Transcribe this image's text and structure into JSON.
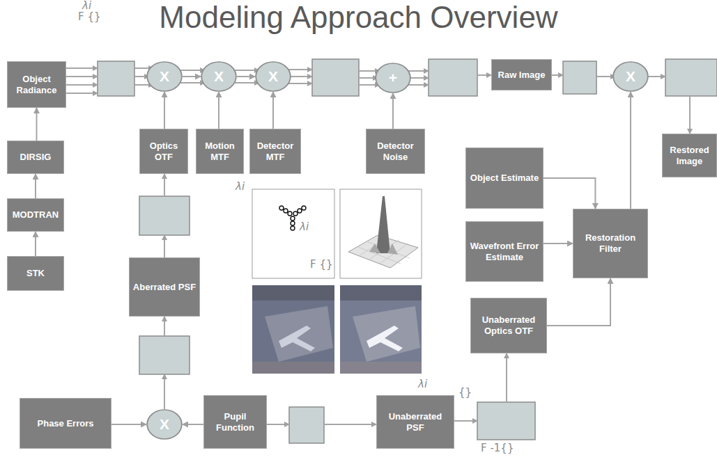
{
  "diagram": {
    "title": "Modeling Approach Overview",
    "nodes": [
      {
        "text": [
          "Object Radiance"
        ]
      },
      {
        "text": [
          "X"
        ]
      },
      {
        "text": [
          "X"
        ]
      },
      {
        "text": [
          "X"
        ]
      },
      {
        "text": [
          "+"
        ]
      },
      {
        "text": [
          "Raw Image"
        ]
      },
      {
        "text": [
          "X"
        ]
      },
      {
        "text": [
          "Optics OTF"
        ]
      },
      {
        "text": [
          "Motion MTF"
        ]
      },
      {
        "text": [
          "Detector MTF"
        ]
      },
      {
        "text": [
          "Restored Image"
        ]
      },
      {
        "text": [
          "DIRSIG"
        ]
      },
      {
        "text": [
          "Detector Noise"
        ]
      },
      {
        "text": [
          "Object Estimate"
        ]
      },
      {
        "text": [
          "MODTRAN"
        ]
      },
      {
        "text": [
          "Wavefront Error Estimate"
        ]
      },
      {
        "text": [
          "Restoration Filter"
        ]
      },
      {
        "text": [
          "STK"
        ]
      },
      {
        "text": [
          "Aberrated PSF"
        ]
      },
      {
        "text": [
          "Unaberrated Optics OTF"
        ]
      },
      {
        "text": [
          "Phase Errors"
        ]
      },
      {
        "text": [
          "X"
        ]
      },
      {
        "text": [
          "Pupil Function"
        ]
      },
      {
        "text": [
          "Unaberrated PSF"
        ]
      }
    ],
    "edges": [
      {
        "from": 17,
        "to": 14,
        "arrow": "to"
      },
      {
        "from": 14,
        "to": 11,
        "arrow": "to"
      },
      {
        "from": 11,
        "to": 0,
        "arrow": "to"
      },
      {
        "from": 1,
        "to": 2,
        "arrow": "to"
      },
      {
        "from": 2,
        "to": 3,
        "arrow": "to"
      },
      {
        "from": 7,
        "to": 1,
        "arrow": "to"
      },
      {
        "from": 8,
        "to": 2,
        "arrow": "to"
      },
      {
        "from": 9,
        "to": 3,
        "arrow": "to"
      },
      {
        "from": 12,
        "to": 4,
        "arrow": "to"
      },
      {
        "from": 13,
        "to": 16,
        "arrow": "to"
      },
      {
        "from": 15,
        "to": 16,
        "arrow": "to"
      },
      {
        "from": 19,
        "to": 16,
        "arrow": "to"
      },
      {
        "from": 16,
        "to": 6,
        "arrow": "to"
      },
      {
        "from": 20,
        "to": 21,
        "arrow": "to"
      },
      {
        "from": 22,
        "to": 21,
        "arrow": "to"
      }
    ],
    "labels": [
      "λi",
      "F {}",
      "λi",
      "λi",
      "F {}",
      "λi",
      "{}",
      "F -1{}"
    ]
  }
}
